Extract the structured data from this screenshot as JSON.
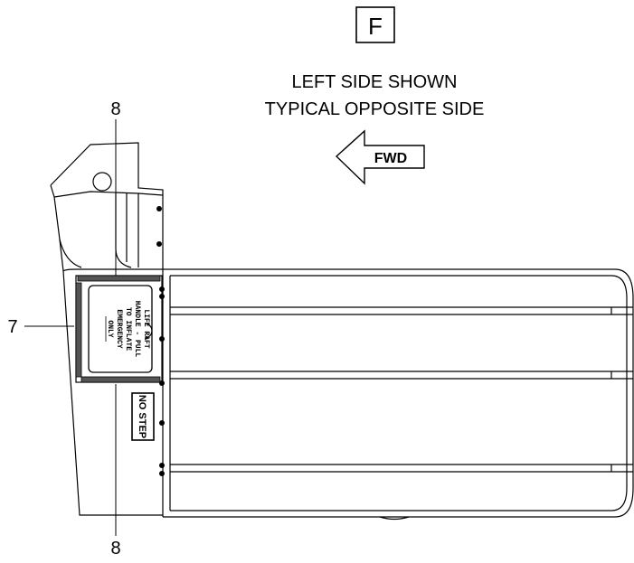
{
  "view_letter": "F",
  "view_note_line1": "LEFT SIDE SHOWN",
  "view_note_line2": "TYPICAL OPPOSITE SIDE",
  "direction_label": "FWD",
  "callouts": {
    "top_item": "8",
    "left_item": "7",
    "bottom_item": "8"
  },
  "placard_lines": [
    "LIFE RAFT",
    "HANDLE - PULL",
    "TO INFLATE",
    "EMERGENCY",
    "ONLY"
  ],
  "no_step_label": "NO STEP"
}
